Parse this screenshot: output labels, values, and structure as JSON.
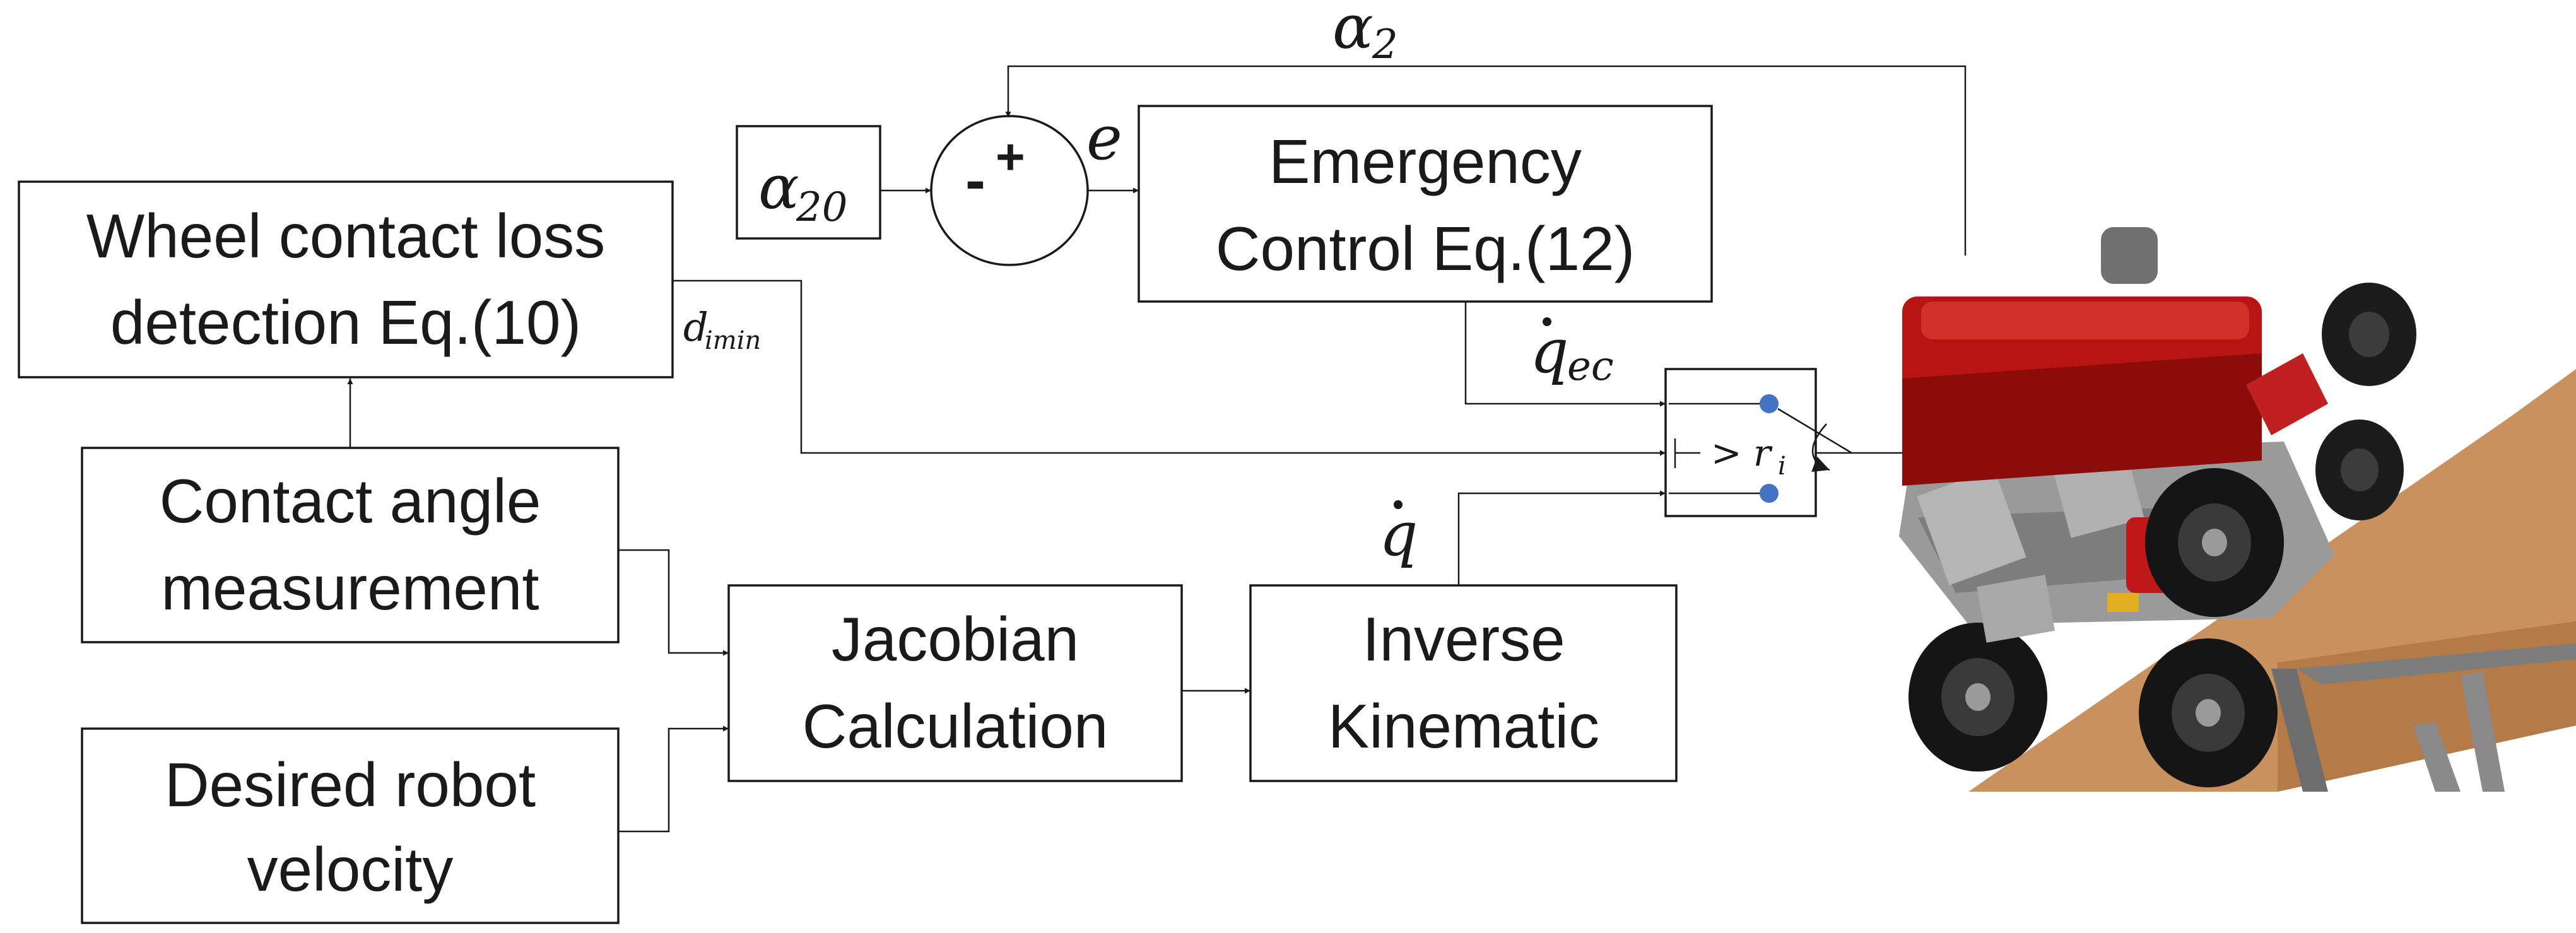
{
  "blocks": {
    "wheel_loss": {
      "line1": "Wheel contact loss",
      "line2": "detection Eq.(10)"
    },
    "contact_angle": {
      "line1": "Contact angle",
      "line2": "measurement"
    },
    "desired_velocity": {
      "line1": "Desired robot",
      "line2": "velocity"
    },
    "jacobian": {
      "line1": "Jacobian",
      "line2": "Calculation"
    },
    "inverse_kinematic": {
      "line1": "Inverse",
      "line2": "Kinematic"
    },
    "emergency_control": {
      "line1": "Emergency",
      "line2": "Control Eq.(12)"
    },
    "alpha20": {
      "symbol": "α",
      "sub": "20"
    }
  },
  "summing_junction": {
    "minus": "-",
    "plus": "+"
  },
  "signals": {
    "alpha2": {
      "symbol": "α",
      "sub": "2"
    },
    "error": "e",
    "d_imin": {
      "symbol": "d",
      "sub": "imin"
    },
    "q_ec": {
      "symbol": "q",
      "sub": "ec"
    },
    "q_dot": "q"
  },
  "switch": {
    "condition": "> r",
    "condition_sub": "i"
  },
  "colors": {
    "line": "#1a1a1a",
    "switch_dot": "#4472c4",
    "robot_body": "#b81414",
    "ramp": "#c8915e"
  }
}
